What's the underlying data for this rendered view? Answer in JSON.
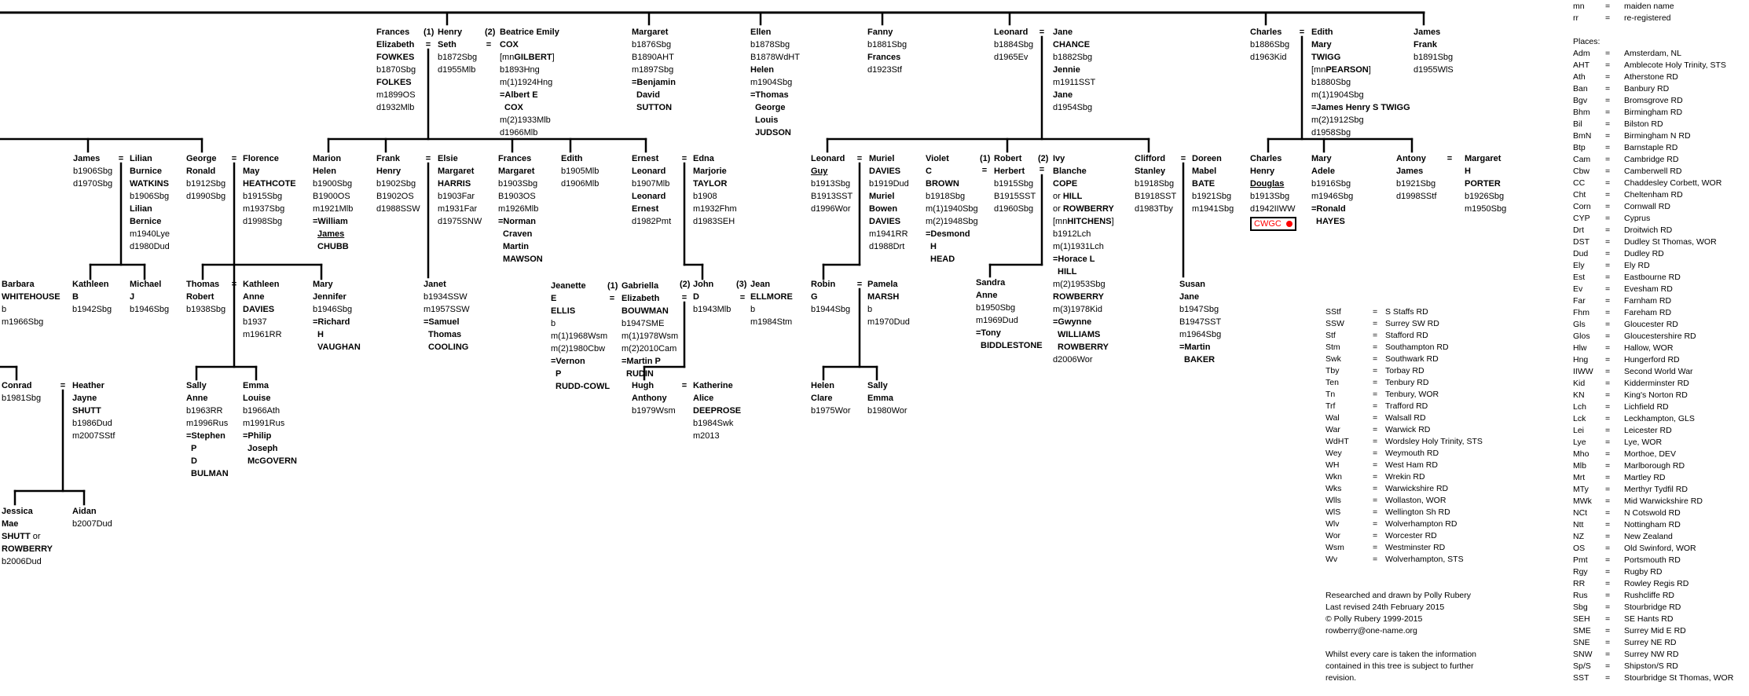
{
  "connector_symbol": "=",
  "persons": [
    {
      "id": "frances_fowkes",
      "lines": [
        "Frances",
        "Elizabeth",
        "FOWKES",
        "b1870Sbg",
        "FOLKES",
        "m1899OS",
        "d1932Mlb"
      ]
    },
    {
      "id": "henry_seth",
      "prefix": "(1)",
      "lines": [
        "Henry",
        "Seth",
        "b1872Sbg",
        "d1955Mlb"
      ]
    },
    {
      "id": "beatrice_cox",
      "prefix": "(2)",
      "lines": [
        "Beatrice Emily",
        "COX",
        "[mnGILBERT]",
        "b1893Hng",
        "m(1)1924Hng",
        "=Albert E",
        "COX",
        "m(2)1933Mlb",
        "d1966Mlb"
      ]
    },
    {
      "id": "margaret_sutton",
      "lines": [
        "Margaret",
        "b1876Sbg",
        "B1890AHT",
        "m1897Sbg",
        "=Benjamin",
        "David",
        "SUTTON"
      ]
    },
    {
      "id": "ellen_judson",
      "lines": [
        "Ellen",
        "b1878Sbg",
        "B1878WdHT",
        "Helen",
        "m1904Sbg",
        "=Thomas",
        "George",
        "Louis",
        "JUDSON"
      ]
    },
    {
      "id": "fanny",
      "lines": [
        "Fanny",
        "b1881Sbg",
        "Frances",
        "d1923Stf"
      ]
    },
    {
      "id": "leonard",
      "lines": [
        "Leonard",
        "b1884Sbg",
        "d1965Ev"
      ]
    },
    {
      "id": "jane_chance",
      "lines": [
        "Jane",
        "CHANCE",
        "b1882Sbg",
        "Jennie",
        "m1911SST",
        "Jane",
        "d1954Sbg"
      ]
    },
    {
      "id": "charles",
      "lines": [
        "Charles",
        "b1886Sbg",
        "d1963Kid"
      ]
    },
    {
      "id": "edith_twigg",
      "lines": [
        "Edith",
        "Mary",
        "TWIGG",
        "[mnPEARSON]",
        "b1880Sbg",
        "m(1)1904Sbg",
        "=James Henry S TWIGG",
        "m(2)1912Sbg",
        "d1958Sbg"
      ]
    },
    {
      "id": "james_frank",
      "lines": [
        "James",
        "Frank",
        "b1891Sbg",
        "d1955WlS"
      ]
    },
    {
      "id": "james",
      "lines": [
        "James",
        "b1906Sbg",
        "d1970Sbg"
      ]
    },
    {
      "id": "lilian_watkins",
      "lines": [
        "Lilian",
        "Burnice",
        "WATKINS",
        "b1906Sbg",
        "Lilian",
        "Bernice",
        "m1940Lye",
        "d1980Dud"
      ]
    },
    {
      "id": "george",
      "lines": [
        "George",
        "Ronald",
        "b1912Sbg",
        "d1990Sbg"
      ]
    },
    {
      "id": "florence_heathcote",
      "lines": [
        "Florence",
        "May",
        "HEATHCOTE",
        "b1915Sbg",
        "m1937Sbg",
        "d1998Sbg"
      ]
    },
    {
      "id": "marion",
      "lines": [
        "Marion",
        "Helen",
        "b1900Sbg",
        "B1900OS",
        "m1921Mlb",
        "=William",
        "James",
        "CHUBB"
      ]
    },
    {
      "id": "frank",
      "lines": [
        "Frank",
        "Henry",
        "b1902Sbg",
        "B1902OS",
        "d1988SSW"
      ]
    },
    {
      "id": "elsie_harris",
      "lines": [
        "Elsie",
        "Margaret",
        "HARRIS",
        "b1903Far",
        "m1931Far",
        "d1975SNW"
      ]
    },
    {
      "id": "frances_margaret",
      "lines": [
        "Frances",
        "Margaret",
        "b1903Sbg",
        "B1903OS",
        "m1926Mlb",
        "=Norman",
        "Craven",
        "Martin",
        "MAWSON"
      ]
    },
    {
      "id": "edith",
      "lines": [
        "Edith",
        "b1905Mlb",
        "d1906Mlb"
      ]
    },
    {
      "id": "ernest",
      "lines": [
        "Ernest",
        "Leonard",
        "b1907Mlb",
        "Leonard",
        "Ernest",
        "d1982Pmt"
      ]
    },
    {
      "id": "edna_taylor",
      "lines": [
        "Edna",
        "Marjorie",
        "TAYLOR",
        "b1908",
        "m1932Fhm",
        "d1983SEH"
      ]
    },
    {
      "id": "leonard_guy",
      "lines": [
        "Leonard",
        "Guy",
        "b1913Sbg",
        "B1913SST",
        "d1996Wor"
      ]
    },
    {
      "id": "muriel_davies",
      "lines": [
        "Muriel",
        "DAVIES",
        "b1919Dud",
        "Muriel",
        "Bowen",
        "DAVIES",
        "m1941RR",
        "d1988Drt"
      ]
    },
    {
      "id": "violet",
      "lines": [
        "Violet",
        "C",
        "BROWN",
        "b1918Sbg",
        "m(1)1940Sbg",
        "m(2)1948Sbg",
        "=Desmond",
        "H",
        "HEAD"
      ]
    },
    {
      "id": "robert",
      "prefix": "(1)",
      "lines": [
        "Robert",
        "Herbert",
        "b1915Sbg",
        "B1915SST",
        "d1960Sbg"
      ]
    },
    {
      "id": "ivy_cope",
      "prefix": "(2)",
      "lines": [
        "Ivy",
        "Blanche",
        "COPE",
        "or HILL",
        "or ROWBERRY",
        "[mnHITCHENS]",
        "b1912Lch",
        "m(1)1931Lch",
        "=Horace L",
        "HILL",
        "m(2)1953Sbg",
        "ROWBERRY",
        "m(3)1978Kid",
        "=Gwynne",
        "WILLIAMS",
        "ROWBERRY",
        "d2006Wor"
      ]
    },
    {
      "id": "clifford",
      "lines": [
        "Clifford",
        "Stanley",
        "b1918Sbg",
        "B1918SST",
        "d1983Tby"
      ]
    },
    {
      "id": "doreen_bate",
      "lines": [
        "Doreen",
        "Mabel",
        "BATE",
        "b1921Sbg",
        "m1941Sbg"
      ]
    },
    {
      "id": "charles_henry",
      "lines": [
        "Charles",
        "Henry",
        "Douglas",
        "b1913Sbg",
        "d1942IIWW"
      ],
      "badge": "CWGC"
    },
    {
      "id": "mary_adele",
      "lines": [
        "Mary",
        "Adele",
        "b1916Sbg",
        "m1946Sbg",
        "=Ronald",
        "HAYES"
      ]
    },
    {
      "id": "antony",
      "lines": [
        "Antony",
        "James",
        "b1921Sbg",
        "d1998SStf"
      ]
    },
    {
      "id": "margaret_porter",
      "lines": [
        "Margaret",
        "H",
        "PORTER",
        "b1926Sbg",
        "m1950Sbg"
      ]
    },
    {
      "id": "barbara_whitehouse",
      "lines": [
        "Barbara",
        "WHITEHOUSE",
        "b",
        "m1966Sbg"
      ]
    },
    {
      "id": "kathleen_b",
      "lines": [
        "Kathleen",
        "B",
        "b1942Sbg"
      ]
    },
    {
      "id": "michael",
      "lines": [
        "Michael",
        "J",
        "b1946Sbg"
      ]
    },
    {
      "id": "thomas",
      "lines": [
        "Thomas",
        "Robert",
        "b1938Sbg"
      ]
    },
    {
      "id": "kathleen_davies",
      "lines": [
        "Kathleen",
        "Anne",
        "DAVIES",
        "b1937",
        "m1961RR"
      ]
    },
    {
      "id": "mary_jennifer",
      "lines": [
        "Mary",
        "Jennifer",
        "b1946Sbg",
        "=Richard",
        "H",
        "VAUGHAN"
      ]
    },
    {
      "id": "janet",
      "lines": [
        "Janet",
        "b1934SSW",
        "m1957SSW",
        "=Samuel",
        "Thomas",
        "COOLING"
      ]
    },
    {
      "id": "jeanette_ellis",
      "lines": [
        "Jeanette",
        "E",
        "ELLIS",
        "b",
        "m(1)1968Wsm",
        "m(2)1980Cbw",
        "=Vernon",
        "P",
        "RUDD-COWL"
      ]
    },
    {
      "id": "gabriella_bouwman",
      "prefix": "(1)",
      "lines": [
        "Gabriella",
        "Elizabeth",
        "BOUWMAN",
        "b1947SME",
        "m(1)1978Wsm",
        "m(2)2010Cam",
        "=Martin P",
        "RUDIN"
      ]
    },
    {
      "id": "john",
      "prefix": "(2)",
      "lines": [
        "John",
        "D",
        "b1943Mlb"
      ]
    },
    {
      "id": "jean_ellmore",
      "prefix": "(3)",
      "lines": [
        "Jean",
        "ELLMORE",
        "b",
        "m1984Stm"
      ]
    },
    {
      "id": "robin",
      "lines": [
        "Robin",
        "G",
        "b1944Sbg"
      ]
    },
    {
      "id": "pamela_marsh",
      "lines": [
        "Pamela",
        "MARSH",
        "b",
        "m1970Dud"
      ]
    },
    {
      "id": "sandra",
      "lines": [
        "Sandra",
        "Anne",
        "b1950Sbg",
        "m1969Dud",
        "=Tony",
        "BIDDLESTONE"
      ]
    },
    {
      "id": "susan",
      "lines": [
        "Susan",
        "Jane",
        "b1947Sbg",
        "B1947SST",
        "m1964Sbg",
        "=Martin",
        "BAKER"
      ]
    },
    {
      "id": "conrad",
      "lines": [
        "Conrad",
        "b1981Sbg"
      ]
    },
    {
      "id": "heather_shutt",
      "lines": [
        "Heather",
        "Jayne",
        "SHUTT",
        "b1986Dud",
        "m2007SStf"
      ]
    },
    {
      "id": "sally_anne",
      "lines": [
        "Sally",
        "Anne",
        "b1963RR",
        "m1996Rus",
        "=Stephen",
        "P",
        "D",
        "BULMAN"
      ]
    },
    {
      "id": "emma_louise",
      "lines": [
        "Emma",
        "Louise",
        "b1966Ath",
        "m1991Rus",
        "=Philip",
        "Joseph",
        "McGOVERN"
      ]
    },
    {
      "id": "hugh",
      "lines": [
        "Hugh",
        "Anthony",
        "b1979Wsm"
      ]
    },
    {
      "id": "katherine_deeprose",
      "lines": [
        "Katherine",
        "Alice",
        "DEEPROSE",
        "b1984Swk",
        "m2013"
      ]
    },
    {
      "id": "helen_clare",
      "lines": [
        "Helen",
        "Clare",
        "b1975Wor"
      ]
    },
    {
      "id": "sally_emma",
      "lines": [
        "Sally",
        "Emma",
        "b1980Wor"
      ]
    },
    {
      "id": "jessica",
      "lines": [
        "Jessica",
        "Mae",
        "SHUTT or",
        "ROWBERRY",
        "b2006Dud"
      ]
    },
    {
      "id": "aidan",
      "lines": [
        "Aidan",
        "b2007Dud"
      ]
    }
  ],
  "key": {
    "abbreviations": [
      [
        "mn",
        "maiden name"
      ],
      [
        "rr",
        "re-registered"
      ]
    ],
    "places_heading": "Places:",
    "places": [
      [
        "Adm",
        "Amsterdam, NL"
      ],
      [
        "AHT",
        "Amblecote Holy Trinity, STS"
      ],
      [
        "Ath",
        "Atherstone RD"
      ],
      [
        "Ban",
        "Banbury RD"
      ],
      [
        "Bgv",
        "Bromsgrove RD"
      ],
      [
        "Bhm",
        "Birmingham RD"
      ],
      [
        "Bil",
        "Bilston RD"
      ],
      [
        "BmN",
        "Birmingham N RD"
      ],
      [
        "Btp",
        "Barnstaple RD"
      ],
      [
        "Cam",
        "Cambridge RD"
      ],
      [
        "Cbw",
        "Camberwell RD"
      ],
      [
        "CC",
        "Chaddesley Corbett, WOR"
      ],
      [
        "Cht",
        "Cheltenham RD"
      ],
      [
        "Corn",
        "Cornwall RD"
      ],
      [
        "CYP",
        "Cyprus"
      ],
      [
        "Drt",
        "Droitwich RD"
      ],
      [
        "DST",
        "Dudley St Thomas, WOR"
      ],
      [
        "Dud",
        "Dudley RD"
      ],
      [
        "Ely",
        "Ely RD"
      ],
      [
        "Est",
        "Eastbourne RD"
      ],
      [
        "Ev",
        "Evesham RD"
      ],
      [
        "Far",
        "Farnham RD"
      ],
      [
        "Fhm",
        "Fareham RD"
      ],
      [
        "Gls",
        "Gloucester RD"
      ],
      [
        "Glos",
        "Gloucestershire RD"
      ],
      [
        "Hlw",
        "Hallow, WOR"
      ],
      [
        "Hng",
        "Hungerford RD"
      ],
      [
        "IIWW",
        "Second World War"
      ],
      [
        "Kid",
        "Kidderminster RD"
      ],
      [
        "KN",
        "King's Norton RD"
      ],
      [
        "Lch",
        "Lichfield RD"
      ],
      [
        "Lck",
        "Leckhampton, GLS"
      ],
      [
        "Lei",
        "Leicester RD"
      ],
      [
        "Lye",
        "Lye, WOR"
      ],
      [
        "Mho",
        "Morthoe, DEV"
      ],
      [
        "Mlb",
        "Marlborough RD"
      ],
      [
        "Mrt",
        "Martley RD"
      ],
      [
        "MTy",
        "Merthyr Tydfil RD"
      ],
      [
        "MWk",
        "Mid Warwickshire RD"
      ],
      [
        "NCt",
        "N Cotswold RD"
      ],
      [
        "Ntt",
        "Nottingham RD"
      ],
      [
        "NZ",
        "New Zealand"
      ],
      [
        "OS",
        "Old Swinford, WOR"
      ],
      [
        "Pmt",
        "Portsmouth RD"
      ],
      [
        "Rgy",
        "Rugby RD"
      ],
      [
        "RR",
        "Rowley Regis RD"
      ],
      [
        "Rus",
        "Rushcliffe RD"
      ],
      [
        "Sbg",
        "Stourbridge RD"
      ],
      [
        "SEH",
        "SE Hants RD"
      ],
      [
        "SME",
        "Surrey Mid E RD"
      ],
      [
        "SNE",
        "Surrey NE RD"
      ],
      [
        "SNW",
        "Surrey NW RD"
      ],
      [
        "Sp/S",
        "Shipston/S RD"
      ],
      [
        "SST",
        "Stourbridge St Thomas, WOR"
      ]
    ],
    "places_continued": [
      [
        "SStf",
        "S Staffs RD"
      ],
      [
        "SSW",
        "Surrey SW RD"
      ],
      [
        "Stf",
        "Stafford RD"
      ],
      [
        "Stm",
        "Southampton RD"
      ],
      [
        "Swk",
        "Southwark RD"
      ],
      [
        "Tby",
        "Torbay RD"
      ],
      [
        "Ten",
        "Tenbury RD"
      ],
      [
        "Tn",
        "Tenbury, WOR"
      ],
      [
        "Trf",
        "Trafford RD"
      ],
      [
        "Wal",
        "Walsall RD"
      ],
      [
        "War",
        "Warwick RD"
      ],
      [
        "WdHT",
        "Wordsley Holy Trinity, STS"
      ],
      [
        "Wey",
        "Weymouth RD"
      ],
      [
        "WH",
        "West Ham RD"
      ],
      [
        "Wkn",
        "Wrekin RD"
      ],
      [
        "Wks",
        "Warwickshire RD"
      ],
      [
        "Wlls",
        "Wollaston, WOR"
      ],
      [
        "WlS",
        "Wellington Sh RD"
      ],
      [
        "Wlv",
        "Wolverhampton RD"
      ],
      [
        "Wor",
        "Worcester RD"
      ],
      [
        "Wsm",
        "Westminster RD"
      ],
      [
        "Wv",
        "Wolverhampton, STS"
      ]
    ]
  },
  "credits": {
    "lines": [
      "Researched and drawn by Polly Rubery",
      "Last revised 24th February 2015",
      "© Polly Rubery 1999-2015",
      "rowberry@one-name.org"
    ],
    "disclaimer": [
      "Whilst every care is taken the information",
      "contained in this tree is subject to further",
      "revision."
    ]
  },
  "colors": {
    "line": "#000000",
    "badge_text": "#ff0000",
    "poppy": "#ff0000"
  }
}
